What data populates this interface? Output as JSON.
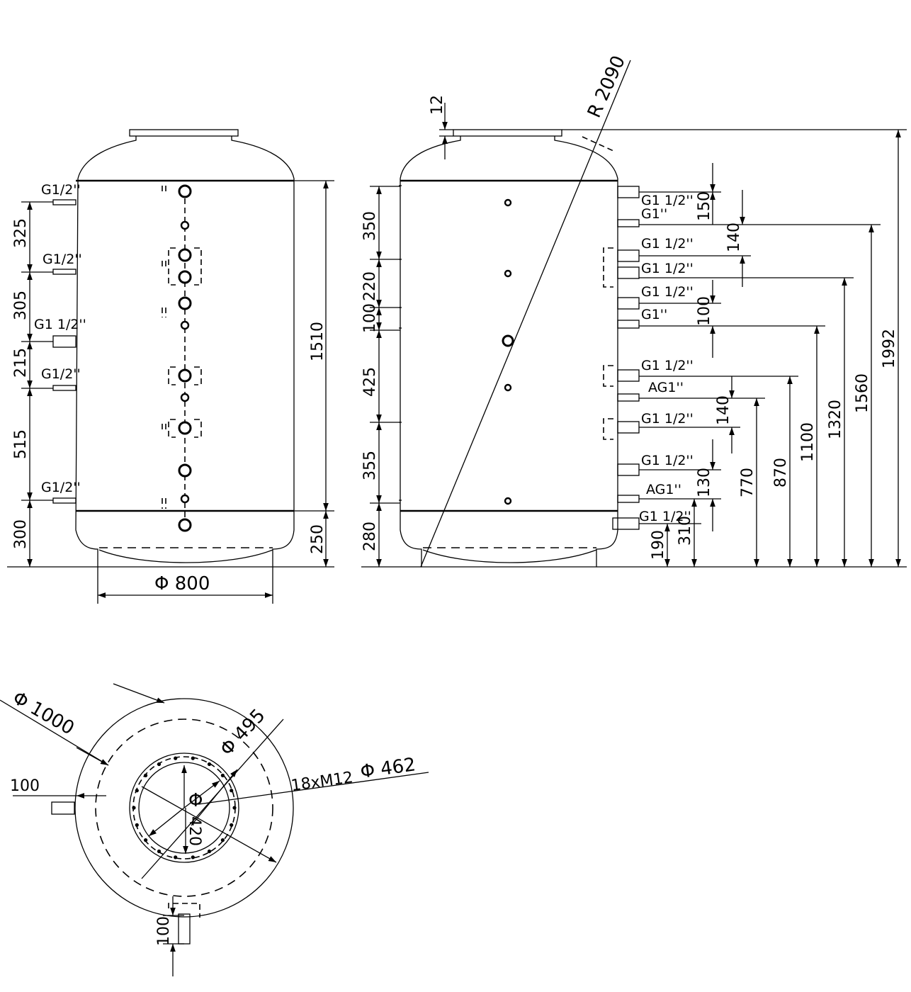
{
  "front_view": {
    "connection_labels": [
      "G1/2''",
      "G1/2''",
      "G1 1/2''",
      "G1/2''",
      "G1/2''"
    ],
    "left_dims": [
      "325",
      "305",
      "215",
      "515",
      "300"
    ],
    "height_dim": "1510",
    "bottom_dim": "250",
    "diameter_dim": "Φ 800"
  },
  "side_view": {
    "flange_dim": "12",
    "radius_dim": "R 2090",
    "left_dims": [
      "350",
      "220",
      "100",
      "425",
      "355",
      "280"
    ],
    "connection_labels": [
      "G1 1/2''",
      "G1''",
      "G1 1/2''",
      "G1 1/2''",
      "G1 1/2''",
      "G1''",
      "G1 1/2''",
      "AG1''",
      "G1 1/2''",
      "G1 1/2''",
      "AG1''",
      "G1 1/2''"
    ],
    "right_small_dims": [
      "150",
      "140",
      "100",
      "140",
      "130"
    ],
    "height_dims": [
      "190",
      "310",
      "770",
      "870",
      "1100",
      "1320",
      "1560",
      "1992"
    ]
  },
  "top_view": {
    "outer_diameter": "Φ 1000",
    "inner_diameter": "Φ 495",
    "bolt_circle": "Φ 462",
    "bolts": "18xM12",
    "left_dim": "100",
    "bottom_dim": "100",
    "center_dim": "420",
    "center_symbol": "Φ"
  }
}
